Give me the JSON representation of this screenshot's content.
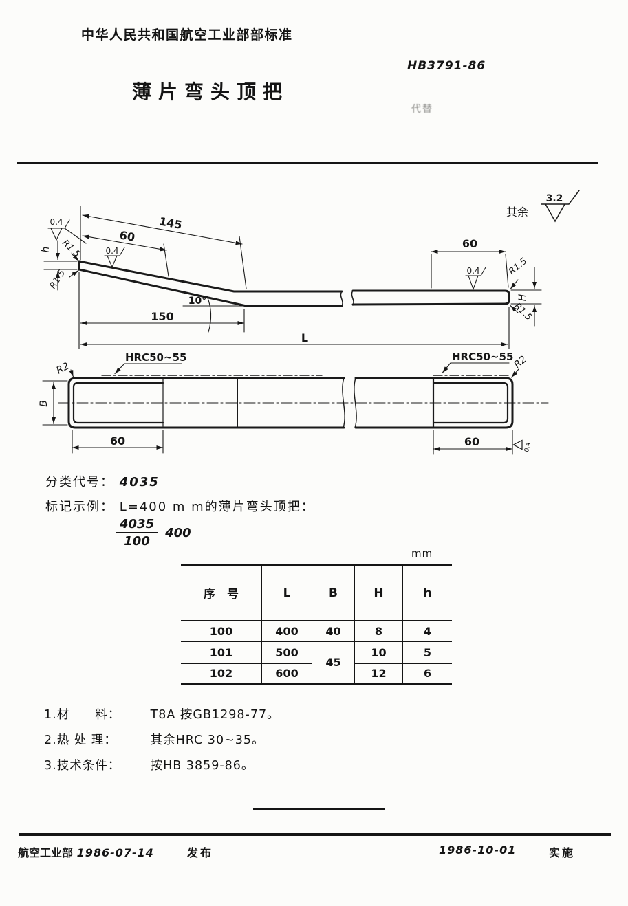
{
  "header": {
    "org_standard": "中华人民共和国航空工业部部标准",
    "standard_no": "HB3791-86",
    "title": "薄片弯头顶把",
    "supersede": "代替"
  },
  "drawing": {
    "surface_rest_label": "其余",
    "surface_rest_value": "3.2",
    "surface_fine_value": "0.4",
    "hardness_zone": "HRC50~55",
    "dim_145": "145",
    "dim_60": "60",
    "dim_150": "150",
    "dim_L": "L",
    "angle_10": "10°",
    "dim_h": "h",
    "dim_H": "H",
    "dim_B": "B",
    "radius_r15": "R1.5",
    "radius_r2": "R2"
  },
  "classification": {
    "code_label": "分类代号：",
    "code_value": "4035",
    "mark_label": "标记示例：",
    "mark_text": "L=400 m m的薄片弯头顶把：",
    "frac_num": "4035",
    "frac_den": "100",
    "frac_suffix": "400"
  },
  "table": {
    "unit_label": "mm",
    "headers": {
      "no": "序　号",
      "L": "L",
      "B": "B",
      "H": "H",
      "h": "h"
    },
    "rows": [
      {
        "no": "100",
        "L": "400",
        "B": "40",
        "H": "8",
        "h": "4"
      },
      {
        "no": "101",
        "L": "500",
        "H": "10",
        "h": "5"
      },
      {
        "no": "102",
        "L": "600",
        "H": "12",
        "h": "6"
      }
    ],
    "b_merged_101_102": "45"
  },
  "notes": [
    {
      "label": "1.材　　料：",
      "text": "T8A  按GB1298-77。"
    },
    {
      "label": "2.热 处 理：",
      "text": "其余HRC 30~35。"
    },
    {
      "label": "3.技术条件：",
      "text": "按HB 3859-86。"
    }
  ],
  "footer": {
    "org": "航空工业部",
    "issue_date": "1986-07-14",
    "issue_label": "发布",
    "impl_date": "1986-10-01",
    "impl_label": "实施"
  }
}
